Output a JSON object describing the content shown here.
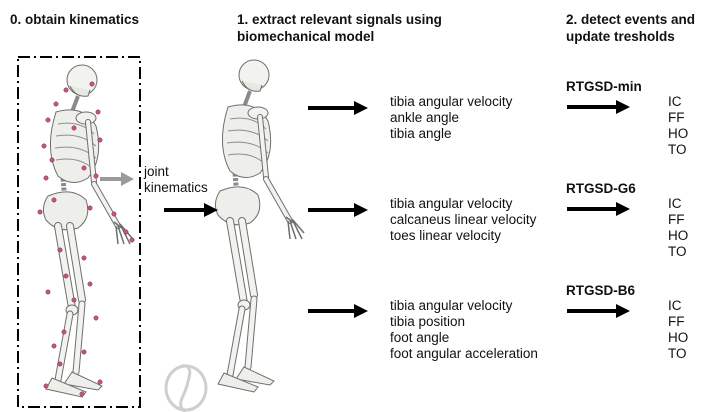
{
  "headings": {
    "step0": "0. obtain kinematics",
    "step1_line1": "1. extract relevant signals using",
    "step1_line2": "biomechanical model",
    "step2_line1": "2. detect events and",
    "step2_line2": "update tresholds"
  },
  "joint_kinematics": {
    "line1": "joint",
    "line2": "kinematics"
  },
  "groups": [
    {
      "algorithm": "RTGSD-min",
      "signals": [
        "tibia angular velocity",
        "ankle angle",
        "tibia angle"
      ],
      "events": [
        "IC",
        "FF",
        "HO",
        "TO"
      ]
    },
    {
      "algorithm": "RTGSD-G6",
      "signals": [
        "tibia angular velocity",
        "calcaneus linear velocity",
        "toes linear velocity"
      ],
      "events": [
        "IC",
        "FF",
        "HO",
        "TO"
      ]
    },
    {
      "algorithm": "RTGSD-B6",
      "signals": [
        "tibia angular velocity",
        "tibia position",
        "foot angle",
        "foot angular acceleration"
      ],
      "events": [
        "IC",
        "FF",
        "HO",
        "TO"
      ]
    }
  ],
  "colors": {
    "marker": "#c8547a",
    "bone": "#f2f2ee",
    "bone_stroke": "#6e6e6e",
    "arrow_black": "#000000",
    "arrow_gray": "#9a9a9a"
  },
  "icons": [
    "skeleton-with-markers",
    "skeleton-model",
    "opensim-logo"
  ]
}
